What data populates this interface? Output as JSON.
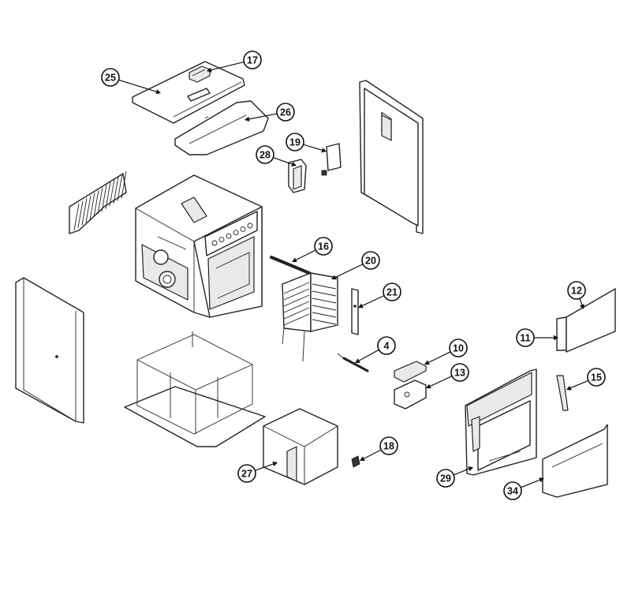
{
  "diagram": {
    "type": "exploded-parts-view",
    "callouts": [
      {
        "id": "c25",
        "label": "25"
      },
      {
        "id": "c17",
        "label": "17"
      },
      {
        "id": "c26",
        "label": "26"
      },
      {
        "id": "c19",
        "label": "19"
      },
      {
        "id": "c28",
        "label": "28"
      },
      {
        "id": "c16",
        "label": "16"
      },
      {
        "id": "c20",
        "label": "20"
      },
      {
        "id": "c21",
        "label": "21"
      },
      {
        "id": "c12",
        "label": "12"
      },
      {
        "id": "c11",
        "label": "11"
      },
      {
        "id": "c4",
        "label": "4"
      },
      {
        "id": "c10",
        "label": "10"
      },
      {
        "id": "c13",
        "label": "13"
      },
      {
        "id": "c15",
        "label": "15"
      },
      {
        "id": "c18",
        "label": "18"
      },
      {
        "id": "c27",
        "label": "27"
      },
      {
        "id": "c29",
        "label": "29"
      },
      {
        "id": "c34",
        "label": "34"
      }
    ]
  }
}
